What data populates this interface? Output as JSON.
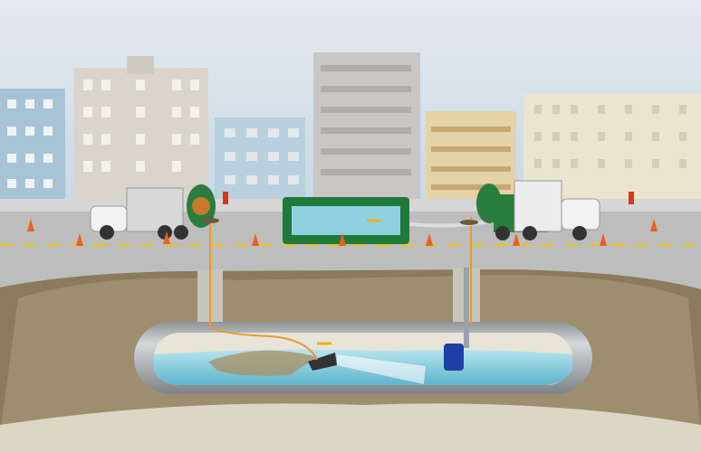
{
  "scene": {
    "colors": {
      "sky_top": "#dfe6ec",
      "sky_bottom": "#c9d9e6",
      "road": "#bdbdbd",
      "lane_marking": "#e8c22a",
      "soil": "#8a7b5c",
      "cavity": "#9c8e6e",
      "bedrock": "#dcd6c4",
      "pipe": "#b8bcbf",
      "water": "#8fd0e0",
      "tank": "#1f7a3a",
      "cone": "#e8621e",
      "truck": "#f2f2f2",
      "hose": "#e79a2a"
    },
    "icons": [
      "city-skyline",
      "vacuum-truck",
      "water-tank",
      "traffic-cone",
      "fire-hydrant",
      "manhole",
      "sewer-pipe",
      "submersible-pump"
    ]
  }
}
